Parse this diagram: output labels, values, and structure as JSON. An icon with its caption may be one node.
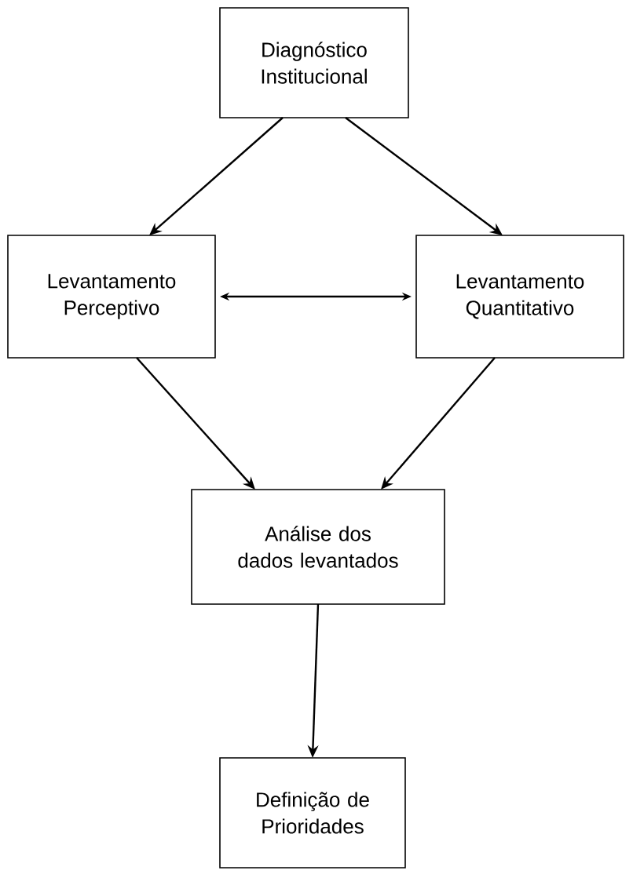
{
  "diagram": {
    "nodes": [
      {
        "text": [
          "Diagnóstico Institucional"
        ]
      },
      {
        "text": [
          "Levantamento Perceptivo"
        ]
      },
      {
        "text": [
          "Levantamento Quantitativo"
        ]
      },
      {
        "text": [
          "Análise dos dados levantados"
        ]
      },
      {
        "text": [
          "Definição de Prioridades"
        ]
      }
    ],
    "edges": [
      {
        "from": 0,
        "to": 1,
        "arrow": "to"
      },
      {
        "from": 0,
        "to": 2,
        "arrow": "to"
      },
      {
        "from": 1,
        "to": 2,
        "arrow": "both"
      },
      {
        "from": 1,
        "to": 3,
        "arrow": "to"
      },
      {
        "from": 2,
        "to": 3,
        "arrow": "to"
      },
      {
        "from": 3,
        "to": 4,
        "arrow": "to"
      }
    ]
  }
}
